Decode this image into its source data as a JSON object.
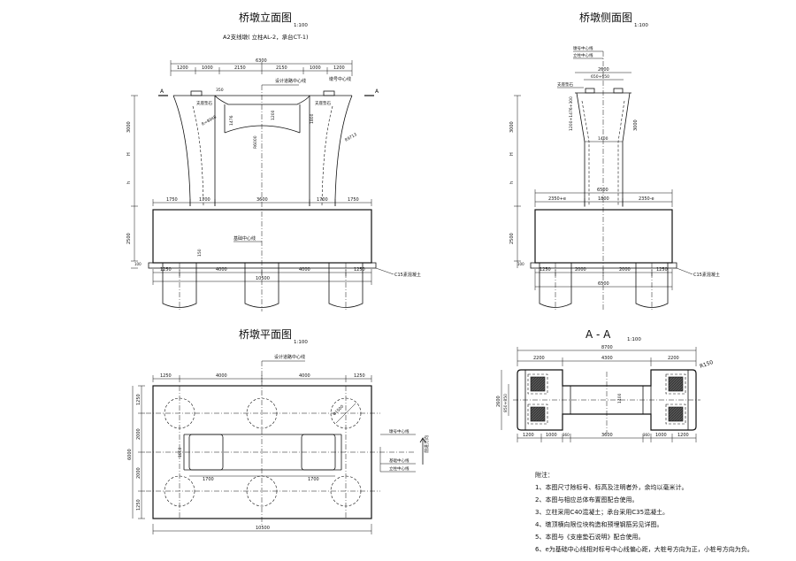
{
  "elevation": {
    "title": "桥墩立面图",
    "scale": "1:100",
    "subtitle": "A2支线墩( 立柱AL-2，承台CT-1)",
    "dims_top_total": "6300",
    "dims_top": [
      "1200",
      "1000",
      "2150",
      "2150",
      "1000",
      "1200"
    ],
    "section_mark": "A",
    "dim_350": "350",
    "label_road_center": "设计道路中心线",
    "label_pier_center": "墩号中心线",
    "label_bearing": "支座垫石",
    "label_bearing2": "支座垫石",
    "radius_left": "R=8948",
    "radius_right": "R9713",
    "dim_1476": "1476",
    "dim_1200": "1200",
    "dim_1800": "1800",
    "dim_r6000": "R6000",
    "dim_3000": "3000",
    "dim_h": "H",
    "dim_h2": "h",
    "dims_col": [
      "1750",
      "1700",
      "3600",
      "1700",
      "1750"
    ],
    "dim_2500": "2500",
    "label_found_center": "基础中心线",
    "dim_150": "150",
    "dim_100": "100",
    "dims_pile": [
      "1250",
      "4000",
      "4000",
      "1250"
    ],
    "dim_total": "10500",
    "label_c15": "C15素混凝土"
  },
  "side": {
    "title": "桥墩侧面图",
    "scale": "1:100",
    "label_pier": "墩号中心线",
    "label_col": "立柱中心线",
    "dim_top": "2600",
    "dim_top2": "650+650",
    "label_bearing": "支座垫石",
    "dim_left": "1200+1476+300",
    "dim_1400": "1400",
    "dim_3000": "3000",
    "dim_6500": "6500",
    "dims_mid": [
      "2350+e",
      "1800",
      "2350-e"
    ],
    "dim_2500": "2500",
    "dim_100": "100",
    "dims_pile": [
      "1250",
      "2000",
      "2000",
      "1250"
    ],
    "dim_total": "6500",
    "label_c15": "C15素混凝土"
  },
  "plan": {
    "title": "桥墩平面图",
    "scale": "1:100",
    "label_road_center": "设计道路中心线",
    "dims_top": [
      "1250",
      "4000",
      "4000",
      "1250"
    ],
    "dims_left": [
      "1250",
      "2000",
      "2000",
      "1250"
    ],
    "dim_6000": "6000",
    "dim_1800": "1800",
    "dims_col": [
      "1700",
      "1700"
    ],
    "dim_d1500": "Φ1500",
    "label_pier": "墩号中心线",
    "label_found": "基础中心线",
    "label_col": "立柱中心线",
    "label_dir": "前进方向",
    "dim_total": "10500"
  },
  "section": {
    "title": "A - A",
    "scale": "1:100",
    "dim_8700": "8700",
    "dims_top": [
      "2200",
      "4300",
      "2200"
    ],
    "radius": "R150",
    "dim_2600": "2600",
    "dim_left": "850+850",
    "dim_1400": "1400",
    "dims_bot": [
      "1200",
      "1000",
      "360",
      "3600",
      "360",
      "1000",
      "1200"
    ]
  },
  "notes": {
    "heading": "附注：",
    "items": [
      "1、本图尺寸除标号、标高及注明者外，余均以毫米计。",
      "2、本图与相应总体布置图配合使用。",
      "3、立柱采用C40混凝土；承台采用C35混凝土。",
      "4、墩顶横向限位块构造和预埋钢筋另见详图。",
      "5、本图与《支座垫石说明》配合使用。",
      "6、e为基础中心线相对标号中心线偏心距，大桩号方向为正，小桩号方向为负。"
    ]
  }
}
